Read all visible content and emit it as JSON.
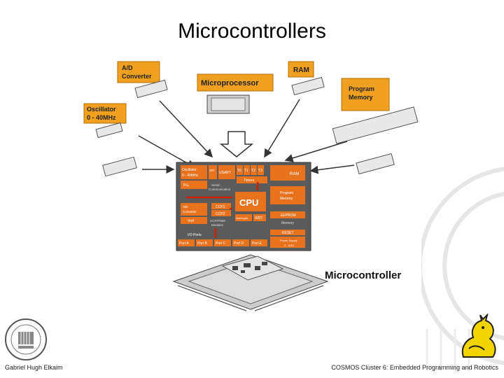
{
  "slide": {
    "title": "Microcontrollers",
    "footer_left": "Gabriel Hugh Elkaim",
    "footer_right": "COSMOS Cluster 6: Embedded Programming and Robotics"
  },
  "diagram": {
    "labels": {
      "ad_converter": "A/D Converter",
      "microprocessor": "Microprocessor",
      "ram": "RAM",
      "oscillator": "Oscillator 0 - 40MHz",
      "program_memory": "Program Memory",
      "microcontroller": "Microcontroller"
    },
    "chip": {
      "osc": "Oscillator 0 - 40MHz",
      "spi": "SPI I2C",
      "usart": "USART",
      "t0": "T0",
      "t1": "T1",
      "t2": "T2",
      "t3": "T3",
      "ram": "RAM",
      "pll": "PLL",
      "serial": "Serial Communication",
      "timers": "Timers",
      "cpu": "CPU",
      "program_memory": "Program Memory",
      "ad": "A/D Converter",
      "ccp1": "CCP1",
      "ccp2": "CCP2",
      "vref": "Vref",
      "ccp_modules": "CCP/PWM Modules",
      "interrupts": "Interrupts",
      "wdt": "WDT",
      "eeprom": "EEPROM",
      "memory": "Memory",
      "reset": "RESET",
      "power": "Power Supply 2 - 5.5V",
      "io": "I/O Ports",
      "ports": [
        "Port A",
        "Port B",
        "Port C",
        "Port D",
        "Port E"
      ]
    }
  },
  "colors": {
    "label_orange": "#f0a020",
    "chip_orange": "#e8731f",
    "chip_gray": "#5b5b5b",
    "arrow_red": "#cc2200"
  }
}
